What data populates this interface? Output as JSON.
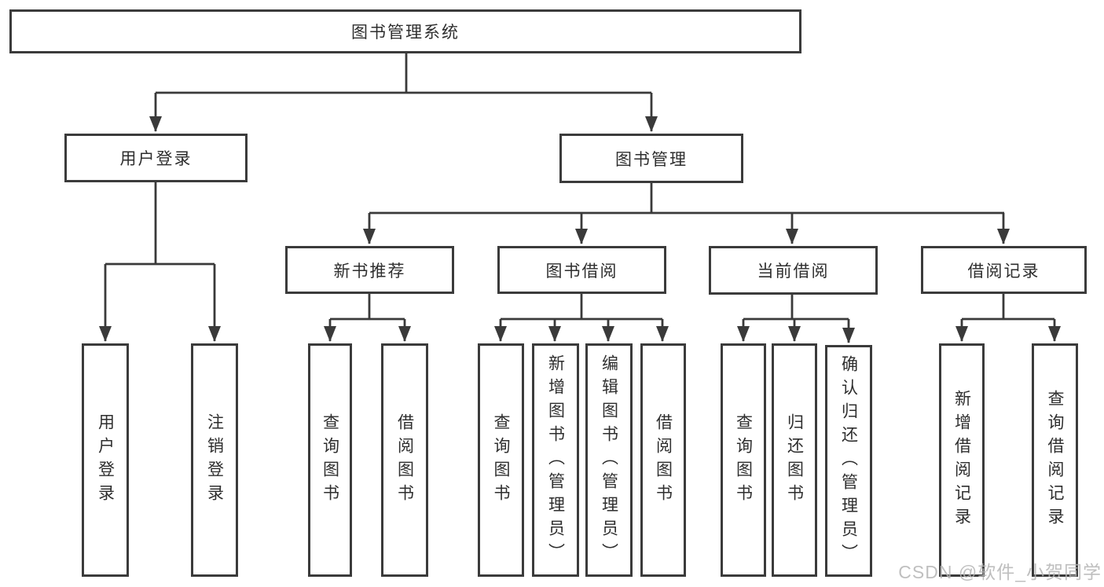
{
  "root": {
    "label": "图书管理系统"
  },
  "branches": [
    {
      "label": "用户登录",
      "children": [
        {
          "label": "用户登录"
        },
        {
          "label": "注销登录"
        }
      ]
    },
    {
      "label": "图书管理",
      "children": [
        {
          "label": "新书推荐",
          "children": [
            {
              "label": "查询图书"
            },
            {
              "label": "借阅图书"
            }
          ]
        },
        {
          "label": "图书借阅",
          "children": [
            {
              "label": "查询图书"
            },
            {
              "label": "新增图书（管理员）"
            },
            {
              "label": "编辑图书（管理员）"
            },
            {
              "label": "借阅图书"
            }
          ]
        },
        {
          "label": "当前借阅",
          "children": [
            {
              "label": "查询图书"
            },
            {
              "label": "归还图书"
            },
            {
              "label": "确认归还（管理员）"
            }
          ]
        },
        {
          "label": "借阅记录",
          "children": [
            {
              "label": "新增借阅记录"
            },
            {
              "label": "查询借阅记录"
            }
          ]
        }
      ]
    }
  ],
  "watermark": "CSDN @软件_小贺同学",
  "colors": {
    "line": "#3a3a3a",
    "box_border": "#3b3b3b",
    "text": "#2e2e2e",
    "watermark": "#b4b4b4"
  }
}
